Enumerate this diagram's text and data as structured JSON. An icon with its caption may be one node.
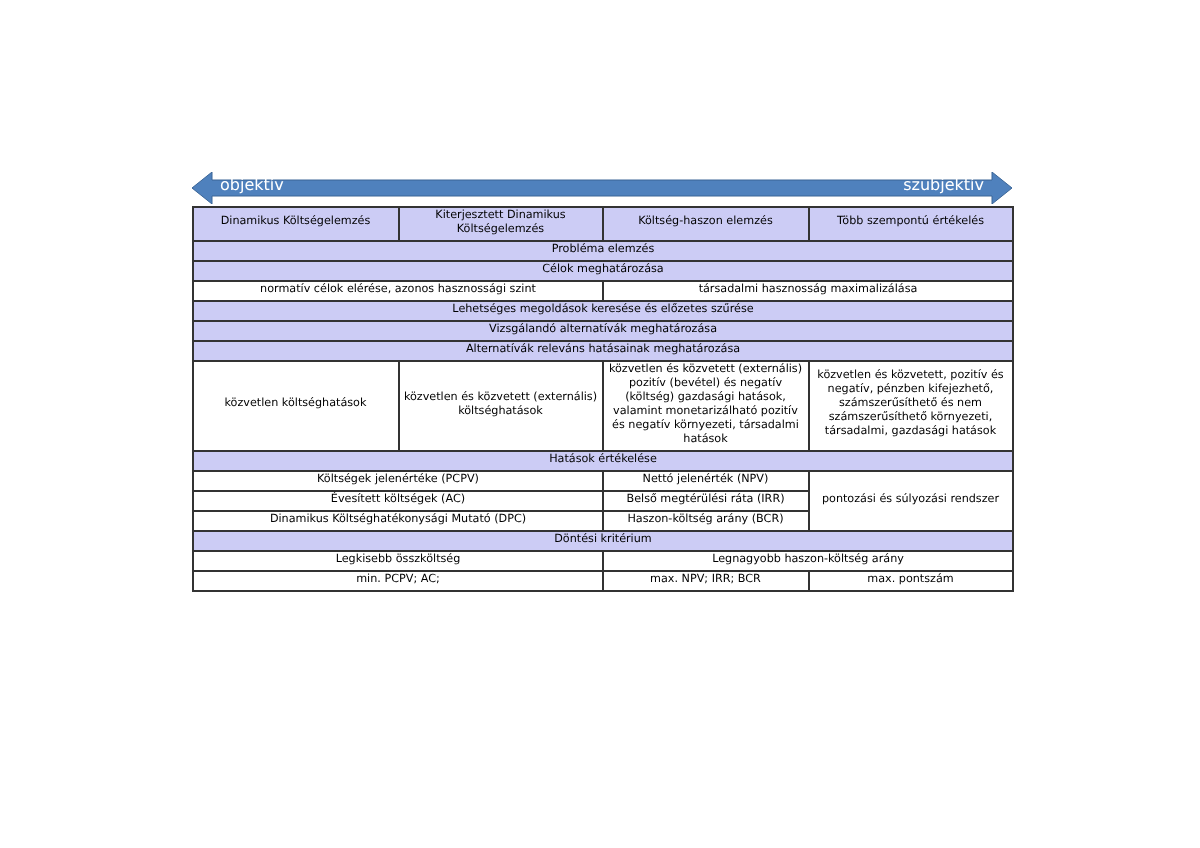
{
  "diagram": {
    "labels": [
      "objektív",
      "szubjektív",
      "Dinamikus Költségelemzés",
      "Kiterjesztett Dinamikus Költségelemzés",
      "Költség-haszon elemzés",
      "Több szempontú értékelés",
      "Probléma elemzés",
      "Célok meghatározása",
      "normatív célok elérése, azonos hasznossági szint",
      "társadalmi hasznosság maximalizálása",
      "Lehetséges megoldások keresése és előzetes szűrése",
      "Vizsgálandó alternatívák meghatározása",
      "Alternatívák releváns hatásainak meghatározása",
      "közvetlen költséghatások",
      "közvetlen és közvetett (externális) költséghatások",
      "közvetlen és közvetett (externális) pozitív (bevétel) és negatív (költség) gazdasági hatások, valamint monetarizálható pozitív és negatív környezeti, társadalmi hatások",
      "közvetlen és közvetett, pozitív és negatív, pénzben kifejezhető, számszerűsíthető és nem számszerűsíthető környezeti, társadalmi, gazdasági hatások",
      "Hatások értékelése",
      "Költségek jelenértéke (PCPV)",
      "Nettó jelenérték (NPV)",
      "Évesített költségek (AC)",
      "Belső megtérülési ráta (IRR)",
      "pontozási és súlyozási rendszer",
      "Dinamikus Költséghatékonysági Mutató (DPC)",
      "Haszon-költség arány (BCR)",
      "Döntési kritérium",
      "Legkisebb összköltség",
      "Legnagyobb haszon-költség arány",
      "min. PCPV; AC;",
      "max. NPV; IRR; BCR",
      "max. pontszám"
    ]
  }
}
